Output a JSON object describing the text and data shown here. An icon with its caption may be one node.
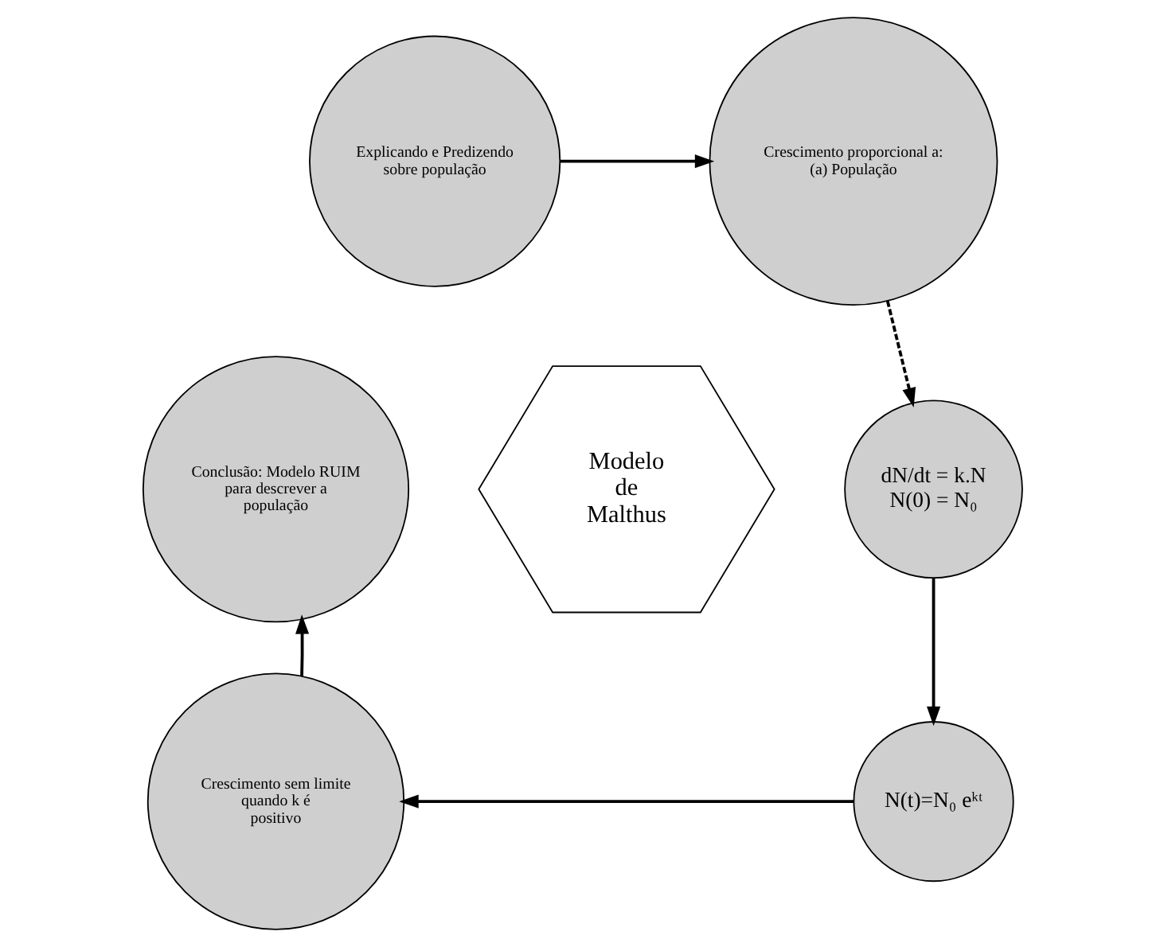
{
  "diagram": {
    "nodes": [
      {
        "text": [
          "Explicando e Predizendo sobre população"
        ]
      },
      {
        "text": [
          "Crescimento proporcional a: (a) População"
        ]
      },
      {
        "text": [
          "dN/dt = k.N",
          "N(0) = N₀"
        ]
      },
      {
        "text": [
          "N(t)=N₀ eᵏᵗ"
        ]
      },
      {
        "text": [
          "Crescimento sem limite quando k é positivo"
        ]
      },
      {
        "text": [
          "Conclusão: Modelo RUIM para descrever a população"
        ]
      },
      {
        "text": [
          "Modelo de Malthus"
        ]
      }
    ],
    "edges": [
      {
        "from": 0,
        "to": 1,
        "arrow": "to"
      },
      {
        "from": 1,
        "to": 2,
        "arrow": "to",
        "style": "dashed"
      },
      {
        "from": 2,
        "to": 3,
        "arrow": "to"
      },
      {
        "from": 3,
        "to": 4,
        "arrow": "to"
      },
      {
        "from": 4,
        "to": 5,
        "arrow": "to"
      }
    ]
  }
}
